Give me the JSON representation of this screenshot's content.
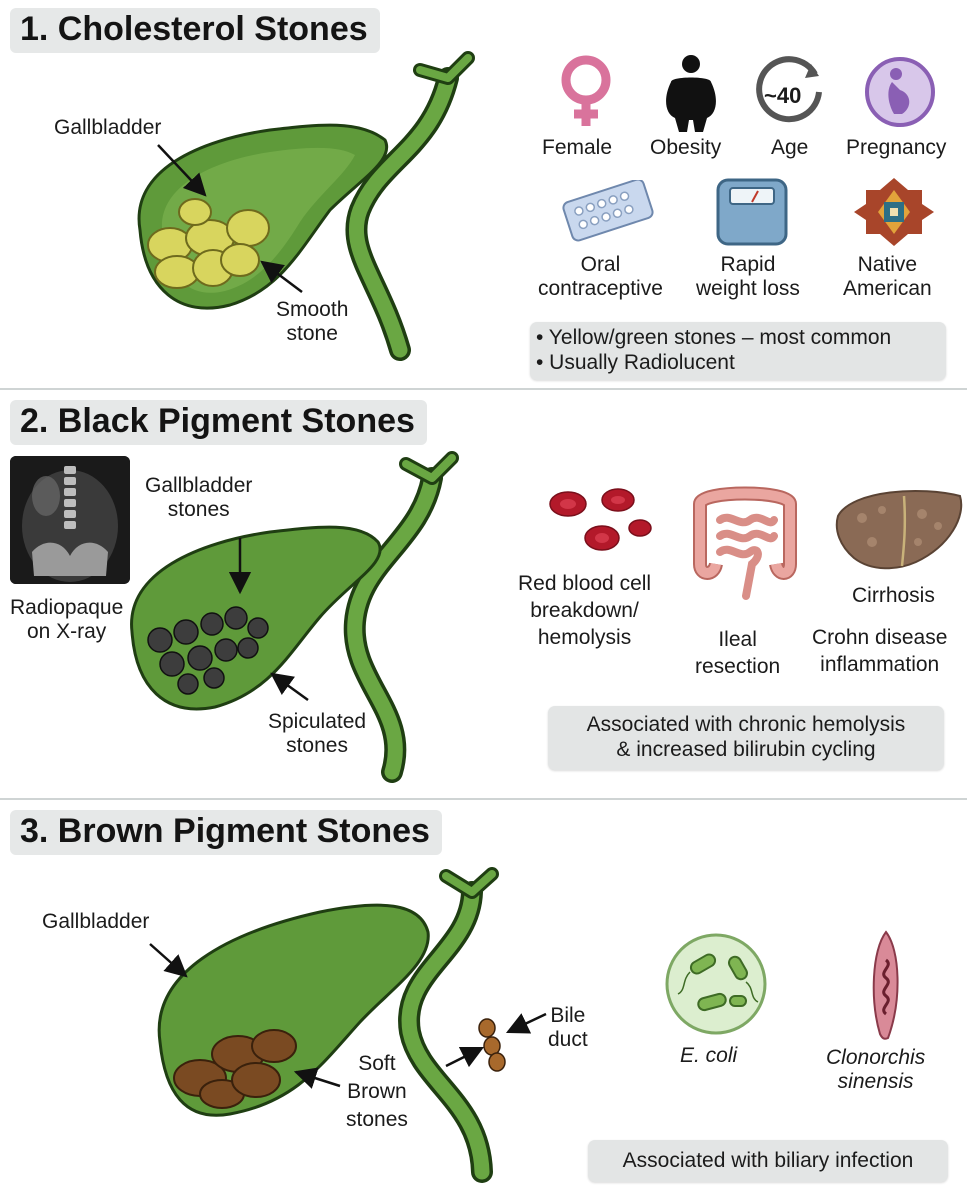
{
  "sections": [
    {
      "heading": "1. Cholesterol Stones",
      "labels": {
        "gallbladder": "Gallbladder",
        "smooth_stone": "Smooth\nstone"
      },
      "risk_factors": [
        {
          "label": "Female",
          "icon": "female-symbol-icon"
        },
        {
          "label": "Obesity",
          "icon": "obesity-silhouette-icon"
        },
        {
          "label": "Age",
          "icon": "age-clock-icon",
          "badge": "~40"
        },
        {
          "label": "Pregnancy",
          "icon": "pregnancy-icon"
        },
        {
          "label": "Oral\ncontraceptive",
          "icon": "pill-pack-icon"
        },
        {
          "label": "Rapid\nweight loss",
          "icon": "weight-scale-icon"
        },
        {
          "label": "Native\nAmerican",
          "icon": "native-pattern-icon"
        }
      ],
      "notes": [
        "• Yellow/green stones – most common",
        "• Usually Radiolucent"
      ]
    },
    {
      "heading": "2. Black Pigment Stones",
      "labels": {
        "xray_caption": "Radiopaque\non X-ray",
        "gallbladder_stones": "Gallbladder\nstones",
        "spiculated": "Spiculated\nstones"
      },
      "causes": [
        {
          "label": "Red blood cell\nbreakdown/\nhemolysis",
          "icon": "red-blood-cells-icon"
        },
        {
          "label": "Ileal\nresection",
          "icon": "intestine-icon"
        },
        {
          "label": "Cirrhosis",
          "icon": "liver-icon"
        },
        {
          "label": "Crohn disease\ninflammation",
          "icon": "crohn-label"
        }
      ],
      "note": "Associated with chronic hemolysis\n& increased bilirubin cycling"
    },
    {
      "heading": "3. Brown Pigment Stones",
      "labels": {
        "gallbladder": "Gallbladder",
        "bile_duct": "Bile\nduct",
        "soft_brown": "Soft\nBrown\nstones"
      },
      "organisms": [
        {
          "label": "E. coli",
          "icon": "bacteria-icon"
        },
        {
          "label": "Clonorchis\nsinensis",
          "icon": "liver-fluke-icon"
        }
      ],
      "note": "Associated with biliary infection"
    }
  ],
  "colors": {
    "gallbladder_fill": "#5f9a3a",
    "gallbladder_outline": "#1f3e12",
    "cholesterol_stone": "#d8d55e",
    "black_stone": "#3d3d3d",
    "brown_stone": "#7a4a22",
    "rbc": "#b3192a",
    "intestine": "#eaa6a0",
    "liver": "#8a6a55",
    "female_symbol": "#d9739c",
    "pregnancy": "#8a5fb4"
  }
}
